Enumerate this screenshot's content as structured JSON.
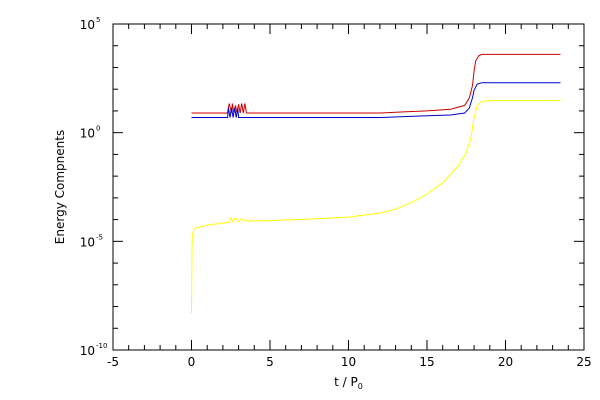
{
  "chart_data": {
    "type": "line",
    "title": "",
    "xlabel": "t / P",
    "xlabel_subscript": "0",
    "ylabel": "Energy Compnents",
    "xlim": [
      -5,
      25
    ],
    "ylim": [
      1e-10,
      100000.0
    ],
    "yscale": "log",
    "grid": false,
    "x_ticks": [
      -5,
      0,
      5,
      10,
      15,
      20,
      25
    ],
    "y_ticks": [
      {
        "value": 1e-10,
        "base": "10",
        "exp": "-10"
      },
      {
        "value": 1e-05,
        "base": "10",
        "exp": "-5"
      },
      {
        "value": 1,
        "base": "10",
        "exp": "0"
      },
      {
        "value": 100000.0,
        "base": "10",
        "exp": "5"
      }
    ],
    "series": [
      {
        "color": "#cc0000",
        "x": [
          0,
          2.3,
          2.4,
          2.55,
          2.6,
          2.7,
          2.8,
          2.9,
          3.0,
          3.1,
          3.2,
          3.3,
          3.4,
          3.5,
          12,
          13.5,
          15,
          16.5,
          17.4,
          17.7,
          17.9,
          18.0,
          18.1,
          18.3,
          18.5,
          19,
          20,
          23.5
        ],
        "y": [
          8,
          8,
          22,
          8,
          22,
          8,
          18,
          8,
          20,
          8,
          22,
          8,
          22,
          8,
          8,
          9,
          10,
          12,
          18,
          40,
          150,
          700,
          2000,
          3500,
          4000,
          4000,
          4000,
          4000
        ]
      },
      {
        "color": "#0000cc",
        "x": [
          0,
          2.3,
          2.35,
          2.45,
          2.55,
          2.65,
          2.75,
          2.85,
          2.95,
          3.0,
          12,
          13.5,
          15,
          16.5,
          17.4,
          17.7,
          17.9,
          18.0,
          18.2,
          18.5,
          19,
          20,
          23.5
        ],
        "y": [
          5,
          5,
          14,
          5,
          14,
          5,
          14,
          5,
          13,
          5,
          5,
          5.5,
          6,
          6.5,
          8,
          14,
          40,
          90,
          170,
          200,
          200,
          200,
          200
        ]
      },
      {
        "color": "#ffff00",
        "x": [
          0,
          0.03,
          0.06,
          0.12,
          0.25,
          0.5,
          1,
          2,
          2.4,
          2.5,
          2.6,
          2.8,
          3.0,
          3.2,
          3.5,
          5,
          8,
          10,
          12,
          13,
          14,
          15,
          16,
          17,
          17.5,
          17.8,
          18.0,
          18.2,
          18.5,
          19,
          20,
          23.5
        ],
        "y": [
          5e-09,
          4e-06,
          2e-05,
          3e-05,
          4e-05,
          4.5e-05,
          5.5e-05,
          7e-05,
          7.5e-05,
          0.00012,
          8e-05,
          0.00012,
          8e-05,
          0.00011,
          8.5e-05,
          9e-05,
          0.00011,
          0.00013,
          0.0002,
          0.0003,
          0.0006,
          0.0015,
          0.005,
          0.03,
          0.12,
          0.6,
          5,
          18,
          28,
          30,
          30,
          30
        ]
      }
    ]
  }
}
